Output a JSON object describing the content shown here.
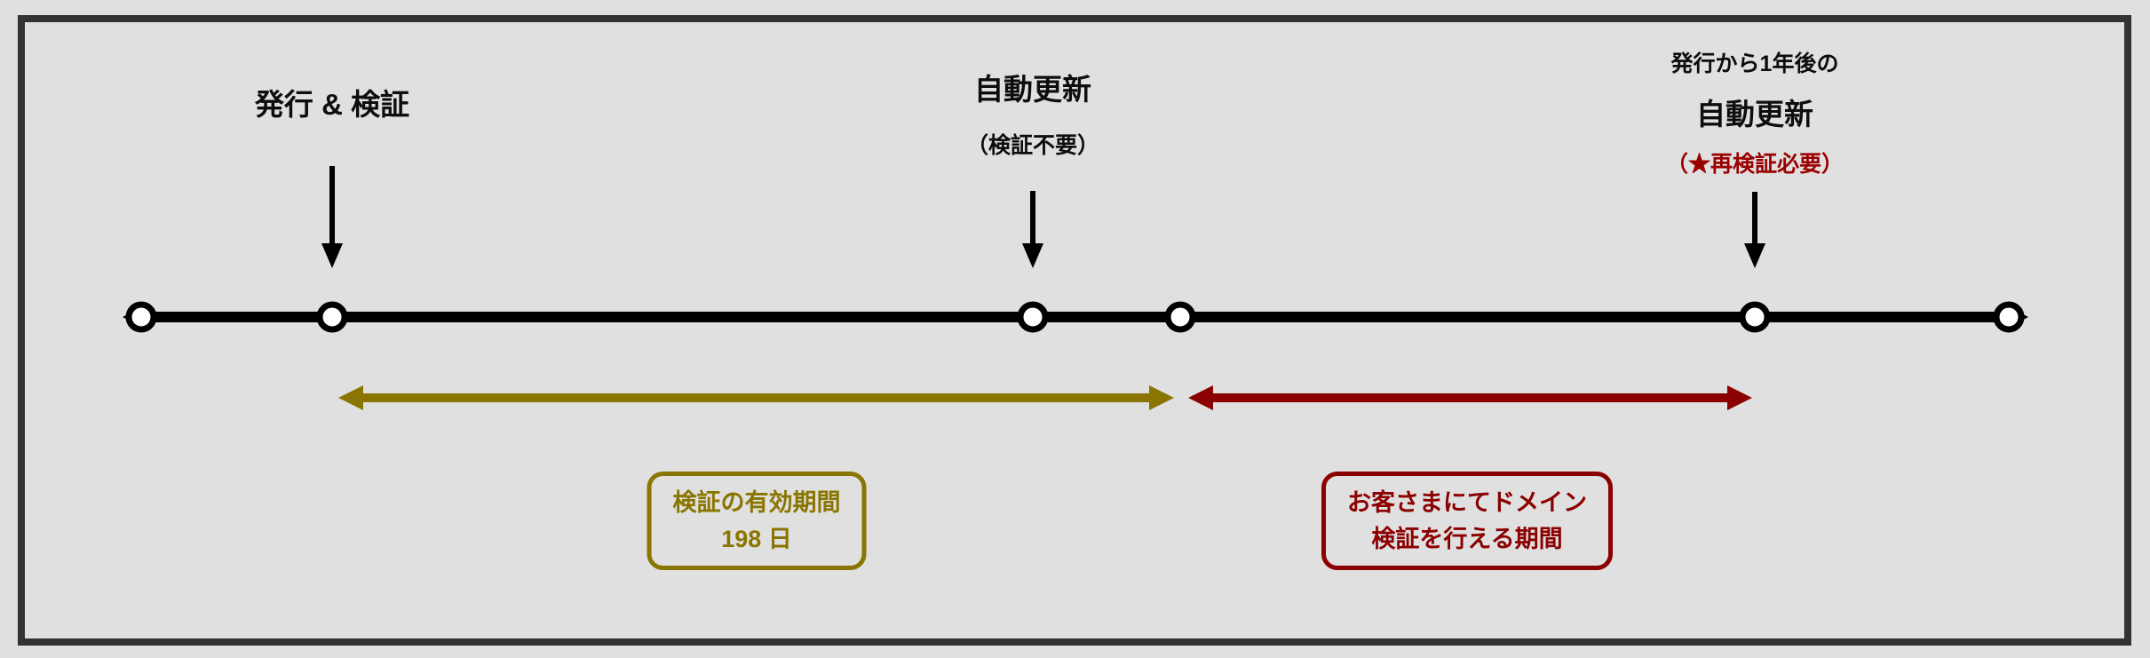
{
  "diagram": {
    "background_color": "#e0e0e0",
    "frame_color": "#333333",
    "timeline_color": "#000000",
    "node_fill": "#ffffff",
    "node_count": 6
  },
  "events": [
    {
      "label": "発行 & 検証"
    },
    {
      "label": "自動更新",
      "sublabel": "（検証不要）"
    },
    {
      "toplabel": "発行から1年後の",
      "label": "自動更新",
      "sublabel": "（★再検証必要）",
      "sublabel_color": "#9b0000"
    }
  ],
  "spans": [
    {
      "label_line1": "検証の有効期間",
      "label_line2": "198 日",
      "color": "#8a7500"
    },
    {
      "label_line1": "お客さまにてドメイン",
      "label_line2": "検証を行える期間",
      "color": "#8b0000"
    }
  ]
}
